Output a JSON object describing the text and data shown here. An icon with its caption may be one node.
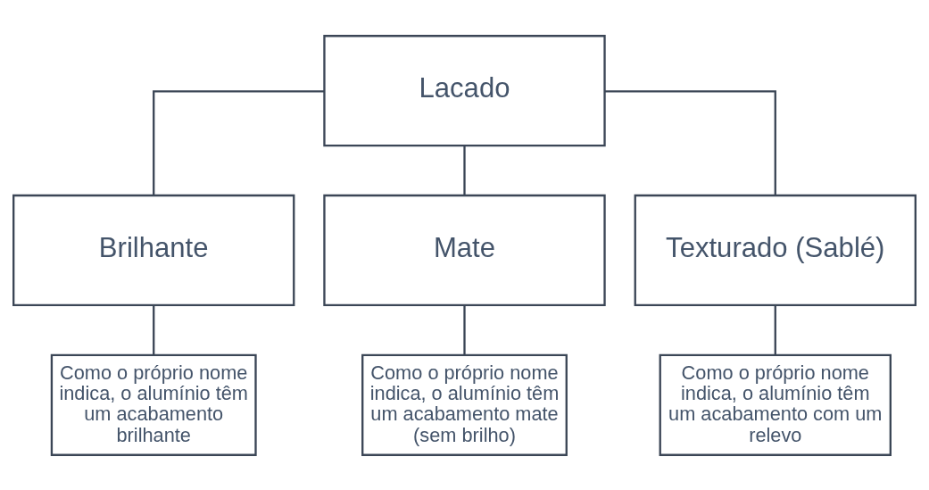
{
  "diagram": {
    "nodes": [
      {
        "text": [
          "Lacado"
        ]
      },
      {
        "text": [
          "Brilhante"
        ]
      },
      {
        "text": [
          "Mate"
        ]
      },
      {
        "text": [
          "Texturado (Sablé)"
        ]
      },
      {
        "text": [
          "Como o próprio nome indica, o alumínio têm um acabamento brilhante"
        ]
      },
      {
        "text": [
          "Como o próprio nome indica, o alumínio têm um acabamento mate (sem brilho)"
        ]
      },
      {
        "text": [
          "Como o próprio nome indica, o alumínio têm um acabamento com um relevo"
        ]
      }
    ],
    "edges": [
      {
        "from": 0,
        "to": 1,
        "arrow": "none"
      },
      {
        "from": 0,
        "to": 2,
        "arrow": "none"
      },
      {
        "from": 0,
        "to": 3,
        "arrow": "none"
      },
      {
        "from": 1,
        "to": 4,
        "arrow": "none"
      },
      {
        "from": 2,
        "to": 5,
        "arrow": "none"
      },
      {
        "from": 3,
        "to": 6,
        "arrow": "none"
      }
    ]
  }
}
